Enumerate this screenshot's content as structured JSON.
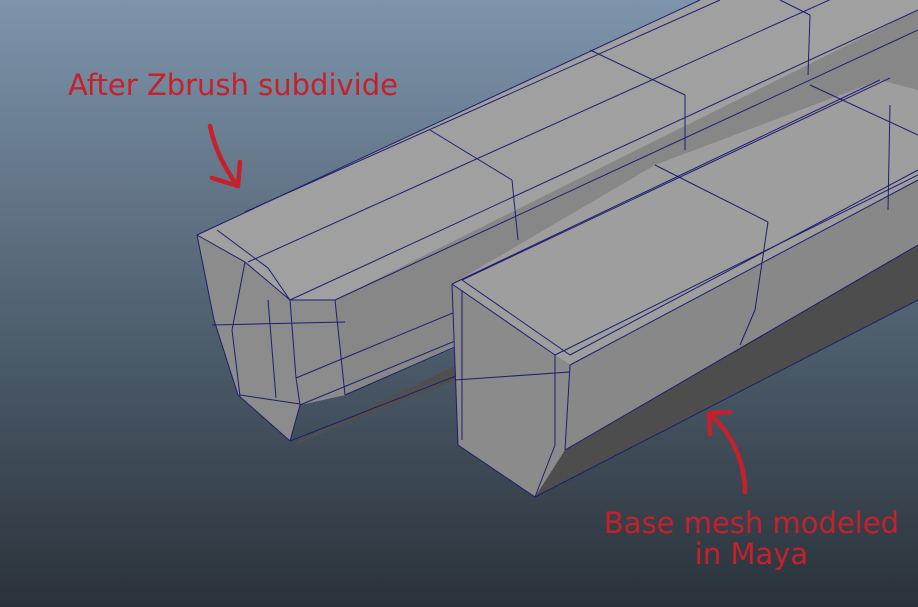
{
  "viewport": {
    "background_top": "#7d94ab",
    "background_bottom": "#29323a"
  },
  "mesh": {
    "face_color": "#8f8f8f",
    "top_face_color": "#9b9b9b",
    "shadow_face_color": "#4f4f4f",
    "wire_color": "#1c1f6e"
  },
  "annotations": {
    "color": "#c8202a",
    "top": {
      "text": "After Zbrush subdivide"
    },
    "bottom": {
      "line1": "Base mesh modeled",
      "line2": "in Maya"
    }
  }
}
